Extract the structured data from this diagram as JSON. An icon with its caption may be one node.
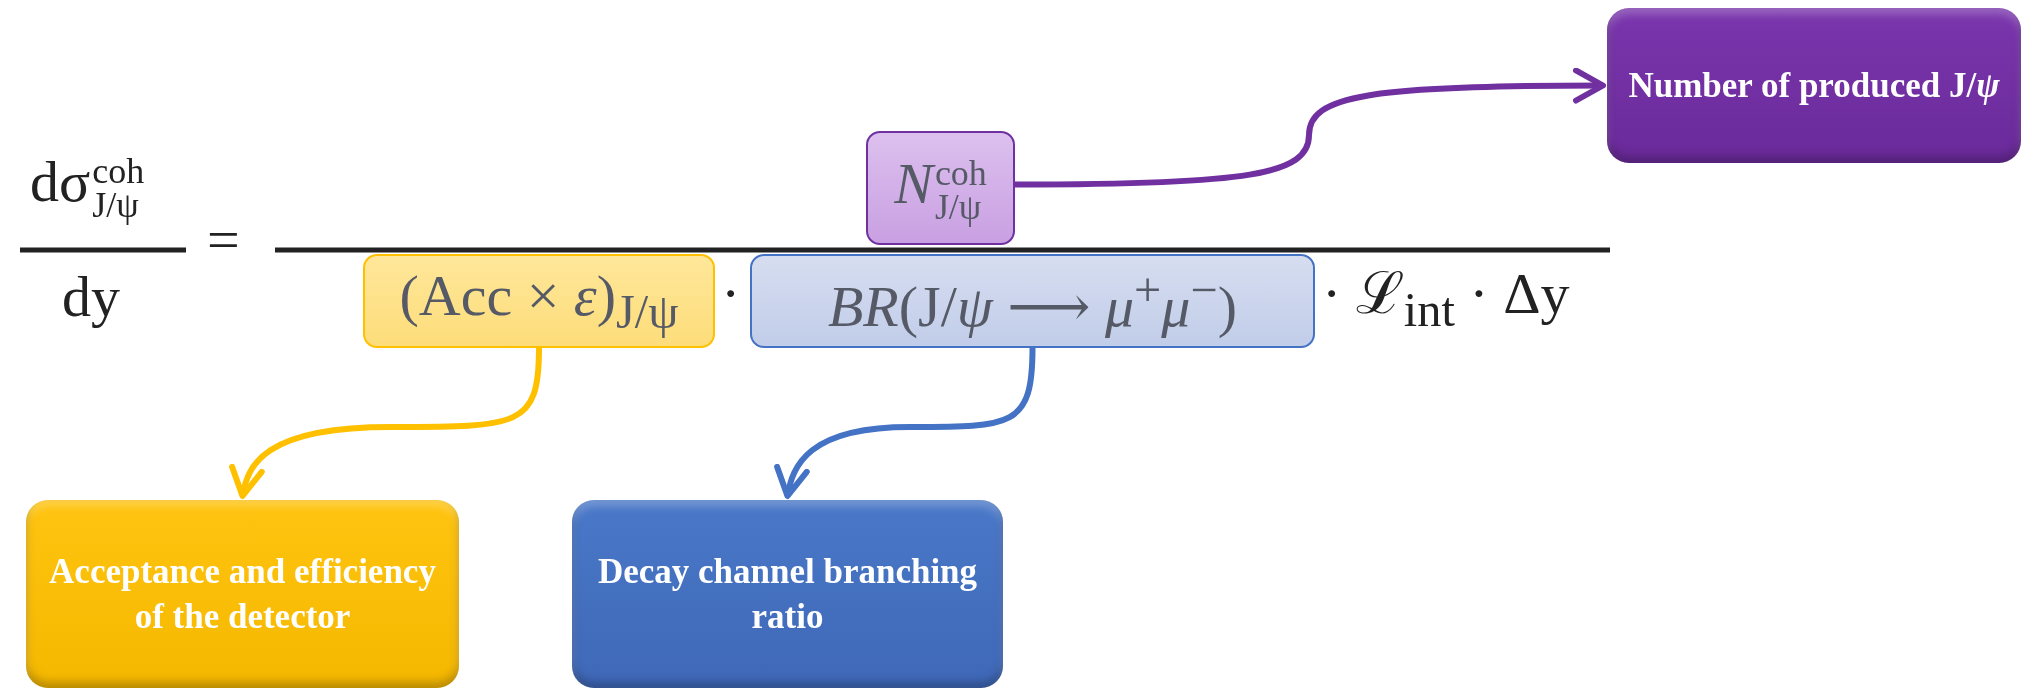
{
  "diagram": {
    "nodes": [
      {
        "text": [
          "Number of produced J/*ψ*"
        ]
      },
      {
        "text": [
          "*N*$^{coh}$$_{J/ψ}$"
        ]
      },
      {
        "text": [
          "(Acc × *ε*)$_{J/ψ}$"
        ]
      },
      {
        "text": [
          "*BR*(J/*ψ* ⟶ *μ*$^{+}$*μ*$^{−}$)"
        ]
      },
      {
        "text": [
          "Acceptance and efficiency of the detector"
        ]
      },
      {
        "text": [
          "Decay channel branching ratio"
        ]
      }
    ],
    "edges": [
      {
        "from": 1,
        "to": 0,
        "arrow": "to",
        "color": "#7030a0"
      },
      {
        "from": 2,
        "to": 4,
        "arrow": "to",
        "color": "#ffc000"
      },
      {
        "from": 3,
        "to": 5,
        "arrow": "to",
        "color": "#4472c4"
      }
    ],
    "labels": [
      "dσ$^{coh}$$_{J/ψ}$",
      "dy",
      "=",
      "·",
      "· ℒ$_{int}$ · Δy"
    ]
  }
}
